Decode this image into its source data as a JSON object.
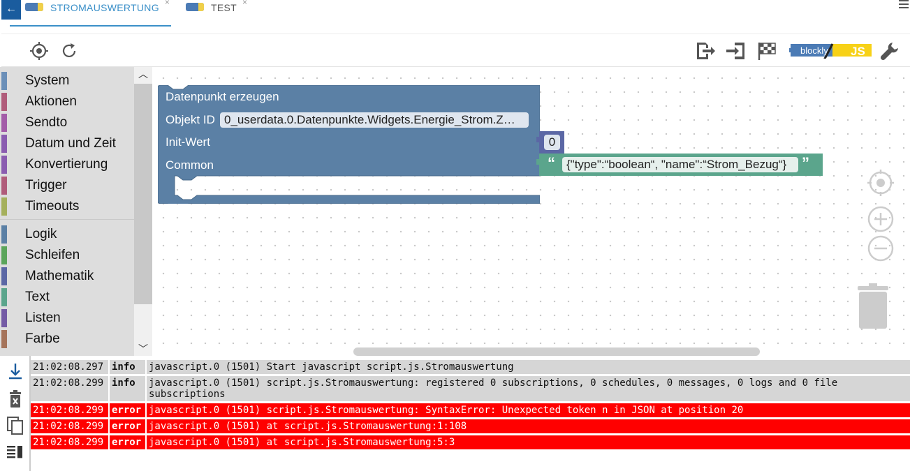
{
  "tabs": [
    {
      "label": "STROMAUSWERTUNG",
      "active": true
    },
    {
      "label": "TEST",
      "active": false
    }
  ],
  "toolbar": {
    "blockly_label": "blockly",
    "js_label": "JS"
  },
  "toolbox": {
    "categories": [
      {
        "label": "System",
        "color": "#6b8fb8"
      },
      {
        "label": "Aktionen",
        "color": "#b05c7a"
      },
      {
        "label": "Sendto",
        "color": "#a35ca8"
      },
      {
        "label": "Datum und Zeit",
        "color": "#8a5cb0"
      },
      {
        "label": "Konvertierung",
        "color": "#8a5cb0"
      },
      {
        "label": "Trigger",
        "color": "#b05c7a"
      },
      {
        "label": "Timeouts",
        "color": "#a5b05c"
      },
      {
        "label": "Logik",
        "color": "#5b80a5"
      },
      {
        "label": "Schleifen",
        "color": "#5ba55b"
      },
      {
        "label": "Mathematik",
        "color": "#5b67a5"
      },
      {
        "label": "Text",
        "color": "#5ba58c"
      },
      {
        "label": "Listen",
        "color": "#745ba5"
      },
      {
        "label": "Farbe",
        "color": "#a5745b"
      }
    ]
  },
  "block": {
    "title": "Datenpunkt erzeugen",
    "objekt_label": "Objekt ID",
    "objekt_value": "0_userdata.0.Datenpunkte.Widgets.Energie_Strom.Z…",
    "init_label": "Init-Wert",
    "init_value": "0",
    "common_label": "Common",
    "common_value": "{\"type\":“boolean“, \"name\":“Strom_Bezug“}",
    "quote_open": "“",
    "quote_close": "”",
    "colors": {
      "main": "#5b80a5",
      "number": "#5b67a5",
      "text": "#5ba58c"
    }
  },
  "log": {
    "rows": [
      {
        "time": "21:02:08.297",
        "level": "info",
        "message": "javascript.0 (1501) Start javascript script.js.Stromauswertung"
      },
      {
        "time": "21:02:08.299",
        "level": "info",
        "message": "javascript.0 (1501) script.js.Stromauswertung: registered 0 subscriptions, 0 schedules, 0 messages, 0 logs and 0 file subscriptions"
      },
      {
        "time": "21:02:08.299",
        "level": "error",
        "message": "javascript.0 (1501) script.js.Stromauswertung: SyntaxError: Unexpected token n in JSON at position 20"
      },
      {
        "time": "21:02:08.299",
        "level": "error",
        "message": "javascript.0 (1501) at script.js.Stromauswertung:1:108"
      },
      {
        "time": "21:02:08.299",
        "level": "error",
        "message": "javascript.0 (1501) at script.js.Stromauswertung:5:3"
      }
    ]
  }
}
